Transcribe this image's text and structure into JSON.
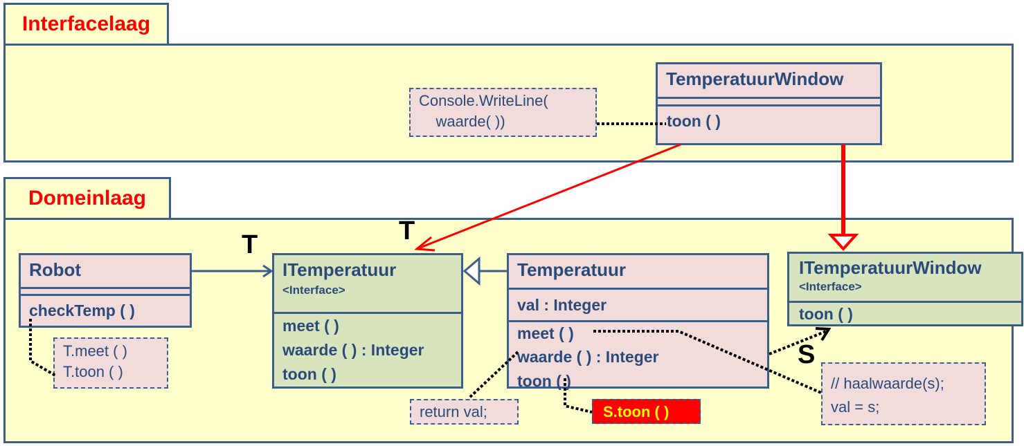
{
  "packages": {
    "interface_layer": {
      "label": "Interfacelaag"
    },
    "domain_layer": {
      "label": "Domeinlaag"
    }
  },
  "classes": {
    "temperatuur_window": {
      "name": "TemperatuurWindow",
      "attributes": [],
      "operations": [
        "toon ( )"
      ]
    },
    "robot": {
      "name": "Robot",
      "attributes": [],
      "operations": [
        "checkTemp ( )"
      ]
    },
    "itemperatuur": {
      "name": "ITemperatuur",
      "stereotype": "<Interface>",
      "operations": [
        "meet ( )",
        "waarde ( ) : Integer",
        "toon ( )"
      ]
    },
    "temperatuur": {
      "name": "Temperatuur",
      "attributes": [
        "val : Integer"
      ],
      "operations": [
        "meet ( )",
        "waarde ( ) : Integer",
        "toon ( )"
      ]
    },
    "itemperatuur_window": {
      "name": "ITemperatuurWindow",
      "stereotype": "<Interface>",
      "operations": [
        "toon ( )"
      ]
    }
  },
  "notes": {
    "console_writeline": [
      "Console.WriteLine(",
      "    waarde( ))"
    ],
    "robot_calls": [
      "T.meet ( )",
      "T.toon ( )"
    ],
    "return_val": [
      "return val;"
    ],
    "s_toon": [
      "S.toon ( )"
    ],
    "haalwaarde": [
      "// haalwaarde(s);",
      "val = s;"
    ]
  },
  "multiplicities": {
    "robot_to_itemperatuur": "T",
    "window_to_itemperatuur": "T",
    "temperatuur_to_iwindow": "S"
  },
  "colors": {
    "package_fill": "#ffffcc",
    "border": "#3b5f8a",
    "class_fill": "#f2dcdb",
    "interface_fill": "#d7e4bd",
    "package_label": "#ff0000",
    "red_arrow": "#ff0000",
    "highlight_note_fill": "#ff0000",
    "highlight_note_text": "#ffff00"
  }
}
